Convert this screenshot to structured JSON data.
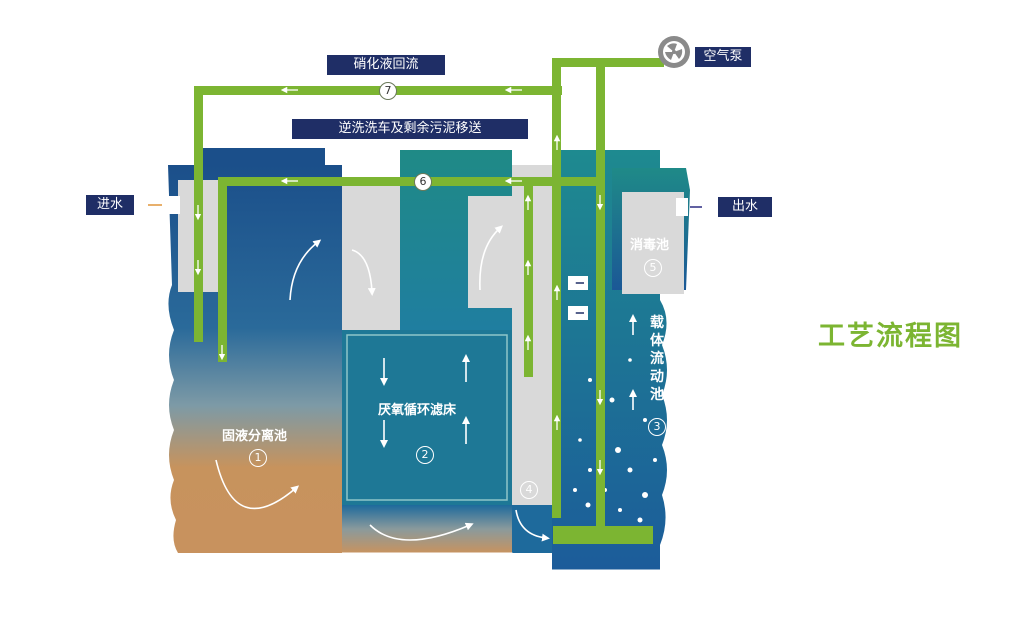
{
  "labels": {
    "nitrification_return": "硝化液回流",
    "backwash": "逆洗洗车及剩余污泥移送",
    "air_pump": "空气泵",
    "inlet": "进水",
    "outlet": "出水",
    "title": "工艺流程图"
  },
  "tanks": {
    "t1_name": "固液分离池",
    "t1_num": "1",
    "t2_name": "厌氧循环滤床",
    "t2_num": "2",
    "t3_name": "载体流动池",
    "t3_num": "3",
    "t4_num": "4",
    "t5_name": "消毒池",
    "t5_num": "5"
  },
  "pipes": {
    "p6": "6",
    "p7": "7"
  },
  "colors": {
    "pipe": "#7cb532",
    "label_bg": "#1f2e66",
    "title": "#7cb532",
    "tank_blue": "#1e5a8c",
    "tank_teal": "#1f8a8a",
    "tank_brown": "#c8935f",
    "grey": "#d8d8d8"
  },
  "icons": [
    "fan-icon",
    "arrow-icon"
  ]
}
